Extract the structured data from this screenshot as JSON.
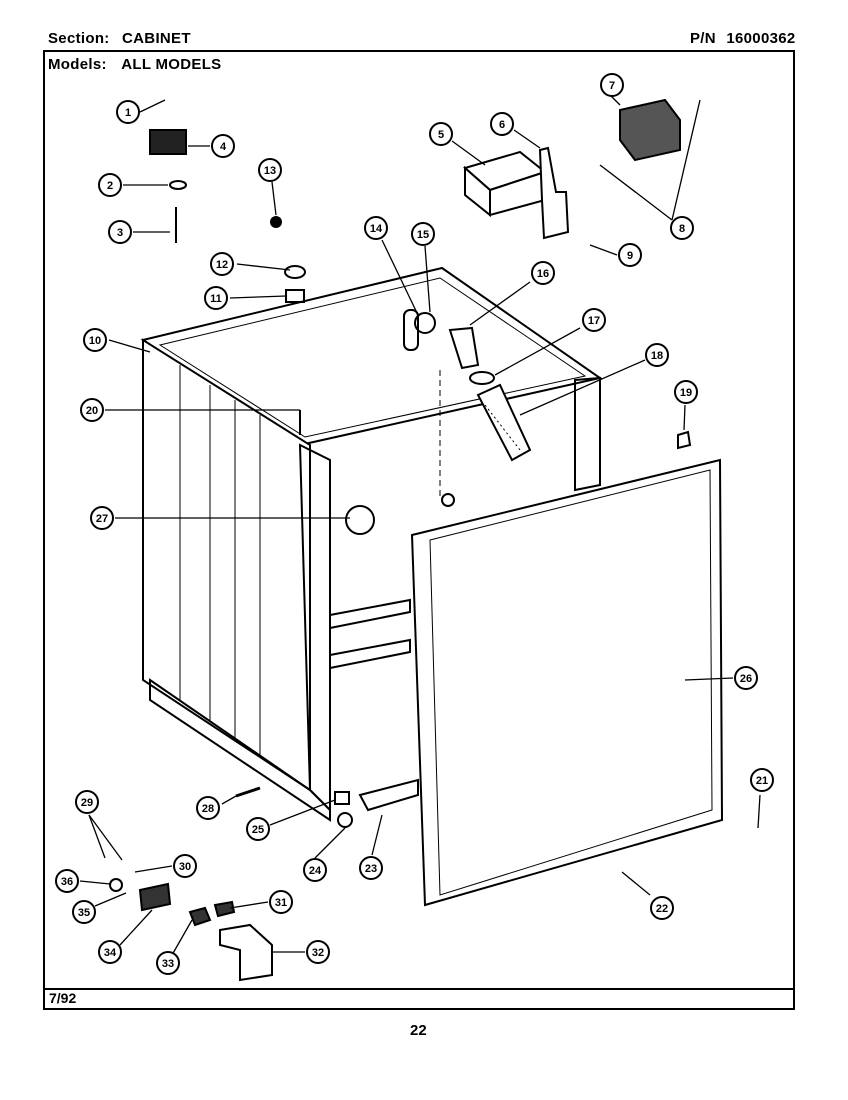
{
  "header": {
    "section_label": "Section:",
    "section_value": "CABINET",
    "pn_label": "P/N",
    "pn_value": "16000362",
    "models_label": "Models:",
    "models_value": "ALL MODELS"
  },
  "footer": {
    "date": "7/92",
    "page": "22"
  },
  "callouts": [
    "1",
    "2",
    "3",
    "4",
    "5",
    "6",
    "7",
    "8",
    "9",
    "10",
    "11",
    "12",
    "13",
    "14",
    "15",
    "16",
    "17",
    "18",
    "19",
    "20",
    "21",
    "22",
    "23",
    "24",
    "25",
    "26",
    "27",
    "28",
    "29",
    "30",
    "31",
    "32",
    "33",
    "34",
    "35",
    "36"
  ]
}
